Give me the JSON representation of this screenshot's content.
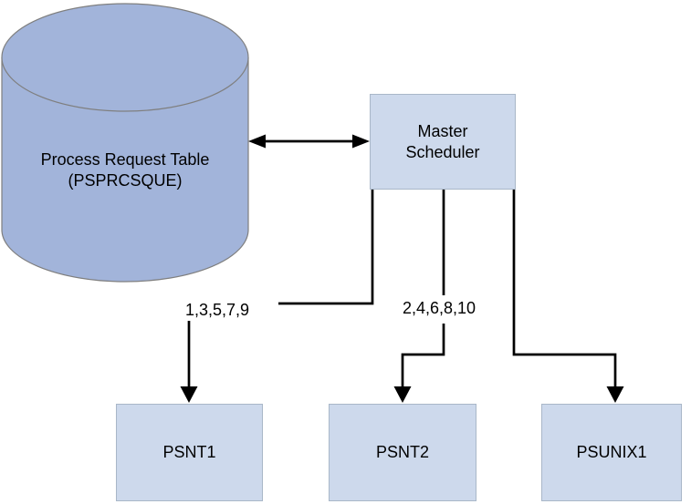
{
  "diagram": {
    "database": {
      "line1": "Process Request Table",
      "line2": "(PSPRCSQUE)"
    },
    "master_scheduler": {
      "line1": "Master",
      "line2": "Scheduler"
    },
    "edge_labels": {
      "odd_requests": "1,3,5,7,9",
      "even_requests": "2,4,6,8,10"
    },
    "servers": [
      {
        "label": "PSNT1"
      },
      {
        "label": "PSNT2"
      },
      {
        "label": "PSUNIX1"
      }
    ],
    "colors": {
      "background": "#ffffff",
      "cylinder_fill": "#a2b4da",
      "cylinder_border": "#7f7f7f",
      "node_fill": "#cdd9ec",
      "node_border": "#a9b7c8",
      "connector": "#000000",
      "text": "#000000"
    }
  }
}
